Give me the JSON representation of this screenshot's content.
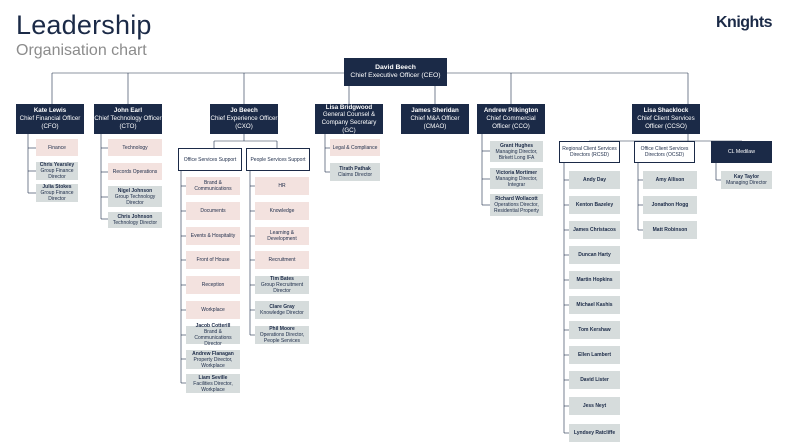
{
  "header": {
    "title": "Leadership",
    "subtitle": "Organisation chart",
    "logo": "Knights"
  },
  "ceo": {
    "name": "David Beech",
    "role": "Chief Executive Officer (CEO)"
  },
  "executives": {
    "kate": {
      "name": "Kate Lewis",
      "role": "Chief Financial Officer (CFO)"
    },
    "john": {
      "name": "John Earl",
      "role": "Chief Technology Officer (CTO)"
    },
    "jo": {
      "name": "Jo Beech",
      "role": "Chief Experience Officer (CXO)"
    },
    "lisa_b": {
      "name": "Lisa Bridgwood",
      "role": "General Counsel & Company Secretary (GC)"
    },
    "james": {
      "name": "James Sheridan",
      "role": "Chief M&A Officer (CMAO)"
    },
    "andrew": {
      "name": "Andrew Pilkington",
      "role": "Chief Commercial Officer (CCO)"
    },
    "lisa_s": {
      "name": "Lisa Shacklock",
      "role": "Chief Client Services Officer (CCSO)"
    }
  },
  "cfo_team": {
    "finance": "Finance",
    "p1": {
      "name": "Chris Yearsley",
      "role": "Group Finance Director"
    },
    "p2": {
      "name": "Julia Stokes",
      "role": "Group Finance Director"
    }
  },
  "cto_team": {
    "technology": "Technology",
    "records": "Records Operations",
    "p1": {
      "name": "Nigel Johnson",
      "role": "Group Technology Director"
    },
    "p2": {
      "name": "Chris Johnson",
      "role": "Technology Director"
    }
  },
  "cxo_team": {
    "office_support": "Office Services Support",
    "people_support": "People Services Support",
    "office_functions": [
      "Brand & Communications",
      "Documents",
      "Events & Hospitality",
      "Front of House",
      "Reception",
      "Workplace"
    ],
    "office_people": [
      {
        "name": "Jacob Cotterill",
        "role": "Brand & Communications Director"
      },
      {
        "name": "Andrew Flanagan",
        "role": "Property Director, Workplace"
      },
      {
        "name": "Liam Seville",
        "role": "Facilities Director, Workplace"
      }
    ],
    "people_functions": [
      "HR",
      "Knowledge",
      "Learning & Development",
      "Recruitment"
    ],
    "people_people": [
      {
        "name": "Tim Bates",
        "role": "Group Recruitment Director"
      },
      {
        "name": "Clare Gray",
        "role": "Knowledge Director"
      },
      {
        "name": "Phil Moore",
        "role": "Operations Director, People Services"
      }
    ]
  },
  "gc_team": {
    "legal": "Legal & Compliance",
    "p1": {
      "name": "Tirath Pathak",
      "role": "Claims Director"
    }
  },
  "cco_team": {
    "people": [
      {
        "name": "Grant Hughes",
        "role": "Managing Director, Birkett Long IFA"
      },
      {
        "name": "Victoria Mortimer",
        "role": "Managing Director, Integrar"
      },
      {
        "name": "Richard Wollacott",
        "role": "Operations Director, Residential Property"
      }
    ]
  },
  "ccso_team": {
    "rcsd": "Regional Client Services Directors (RCSD)",
    "ocsd": "Office Client Services Directors (OCSD)",
    "medilaw": "CL Medilaw",
    "rcsd_people": [
      "Andy Day",
      "Kenton Bazeley",
      "James Christacos",
      "Duncan Harty",
      "Martin Hopkins",
      "Michael Kashis",
      "Tom Kershaw",
      "Ellen Lambert",
      "David Lister",
      "Jess Neyt",
      "Lyndsey Ratcliffe"
    ],
    "ocsd_people": [
      "Amy Allison",
      "Jonathon Hogg",
      "Matt Robinson"
    ],
    "medilaw_person": {
      "name": "Kay Taylor",
      "role": "Managing Director"
    }
  }
}
